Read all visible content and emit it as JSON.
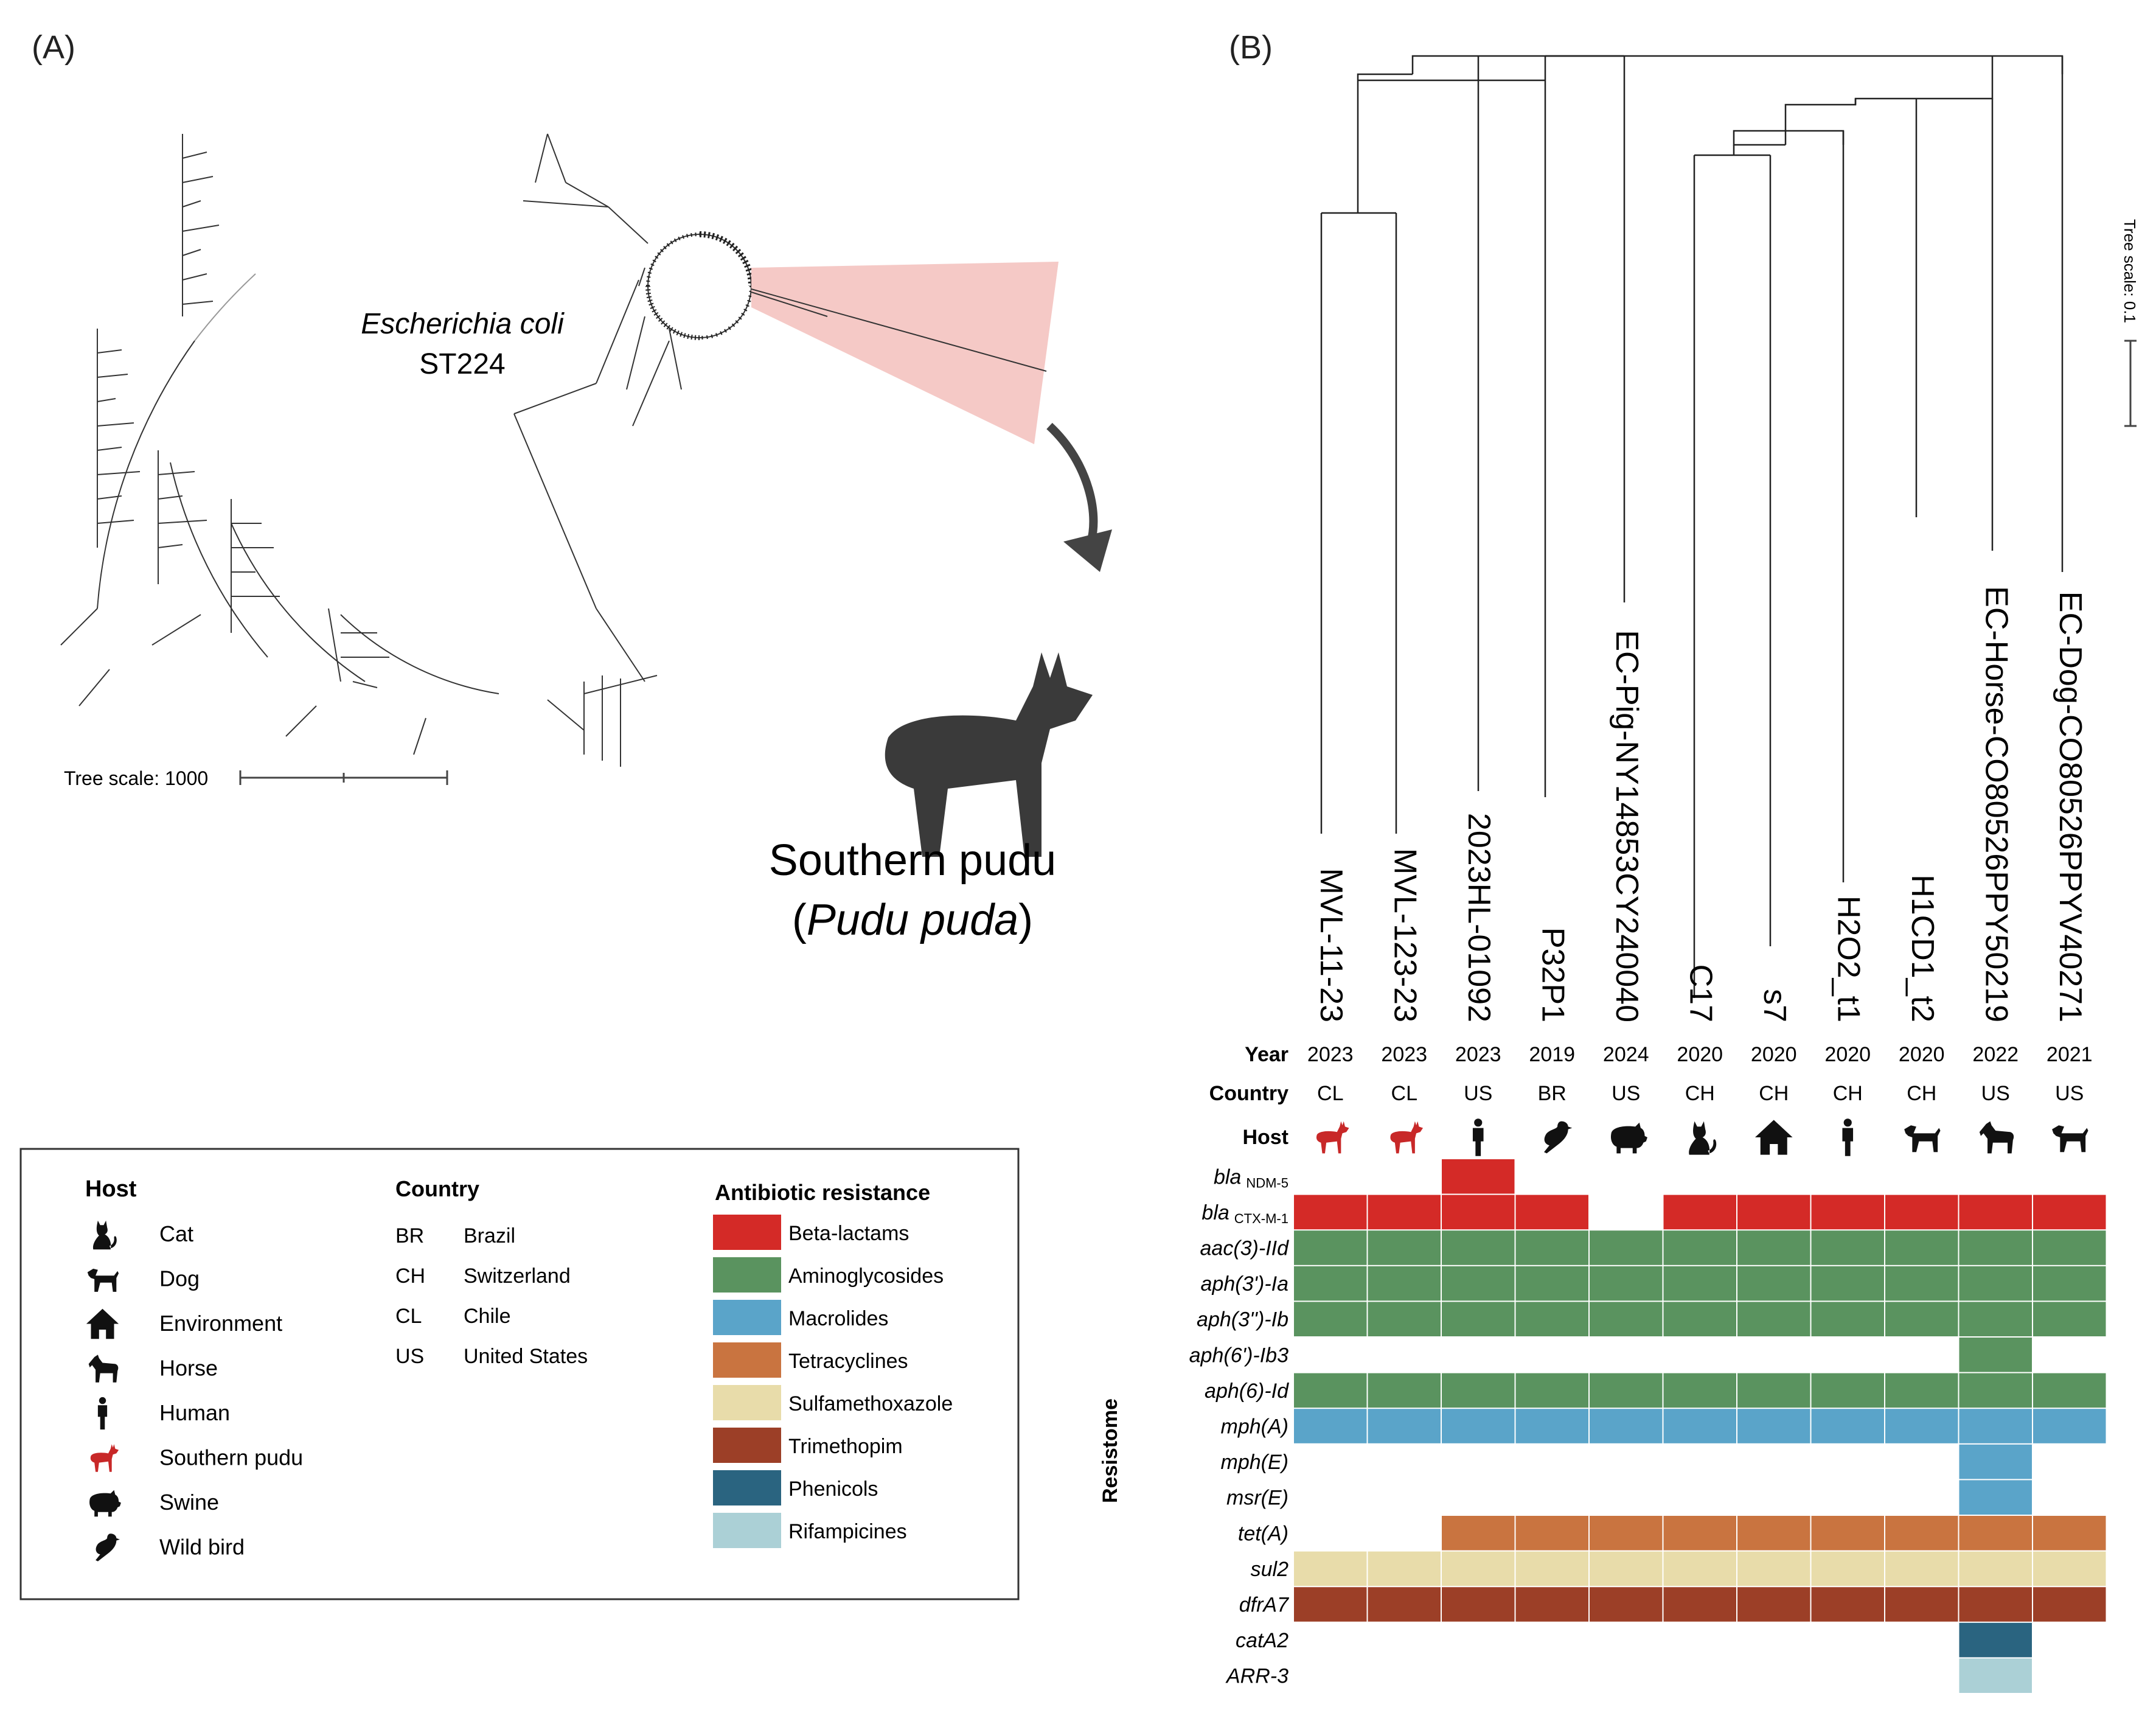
{
  "panelA": {
    "label": "(A)",
    "species": "Escherichia coli",
    "st": "ST224",
    "tree_scale": "Tree scale: 1000",
    "animal_common": "Southern pudu",
    "animal_paren_open": "(",
    "animal_scientific": "Pudu puda",
    "animal_paren_close": ")"
  },
  "panelB": {
    "label": "(B)",
    "tree_scale": "Tree scale: 0.1",
    "row_labels": {
      "year": "Year",
      "country": "Country",
      "host": "Host"
    },
    "resistome_label": "Resistome",
    "isolates": [
      {
        "name": "MVL-11-23",
        "year": "2023",
        "country": "CL",
        "host": "southern-pudu"
      },
      {
        "name": "MVL-123-23",
        "year": "2023",
        "country": "CL",
        "host": "southern-pudu"
      },
      {
        "name": "2023HL-01092",
        "year": "2023",
        "country": "US",
        "host": "human"
      },
      {
        "name": "P32P1",
        "year": "2019",
        "country": "BR",
        "host": "wild-bird"
      },
      {
        "name": "EC-Pig-NY14853CY240040",
        "year": "2024",
        "country": "US",
        "host": "swine"
      },
      {
        "name": "C17",
        "year": "2020",
        "country": "CH",
        "host": "cat"
      },
      {
        "name": "s7",
        "year": "2020",
        "country": "CH",
        "host": "environment"
      },
      {
        "name": "H2O2_t1",
        "year": "2020",
        "country": "CH",
        "host": "human"
      },
      {
        "name": "H1CD1_t2",
        "year": "2020",
        "country": "CH",
        "host": "dog"
      },
      {
        "name": "EC-Horse-CO80526PPY50219",
        "year": "2022",
        "country": "US",
        "host": "horse"
      },
      {
        "name": "EC-Dog-CO80526PPYV40271",
        "year": "2021",
        "country": "US",
        "host": "dog"
      }
    ],
    "genes": [
      {
        "name": "bla",
        "sub": "NDM-5",
        "class": "beta",
        "presence": [
          0,
          0,
          1,
          0,
          0,
          0,
          0,
          0,
          0,
          0,
          0
        ]
      },
      {
        "name": "bla",
        "sub": "CTX-M-1",
        "class": "beta",
        "presence": [
          1,
          1,
          1,
          1,
          0,
          1,
          1,
          1,
          1,
          1,
          1
        ]
      },
      {
        "name": "aac(3)-IId",
        "sub": "",
        "class": "amino",
        "presence": [
          1,
          1,
          1,
          1,
          1,
          1,
          1,
          1,
          1,
          1,
          1
        ]
      },
      {
        "name": "aph(3')-Ia",
        "sub": "",
        "class": "amino",
        "presence": [
          1,
          1,
          1,
          1,
          1,
          1,
          1,
          1,
          1,
          1,
          1
        ]
      },
      {
        "name": "aph(3'')-Ib",
        "sub": "",
        "class": "amino",
        "presence": [
          1,
          1,
          1,
          1,
          1,
          1,
          1,
          1,
          1,
          1,
          1
        ]
      },
      {
        "name": "aph(6')-Ib3",
        "sub": "",
        "class": "amino",
        "presence": [
          0,
          0,
          0,
          0,
          0,
          0,
          0,
          0,
          0,
          1,
          0
        ]
      },
      {
        "name": "aph(6)-Id",
        "sub": "",
        "class": "amino",
        "presence": [
          1,
          1,
          1,
          1,
          1,
          1,
          1,
          1,
          1,
          1,
          1
        ]
      },
      {
        "name": "mph(A)",
        "sub": "",
        "class": "macro",
        "presence": [
          1,
          1,
          1,
          1,
          1,
          1,
          1,
          1,
          1,
          1,
          1
        ]
      },
      {
        "name": "mph(E)",
        "sub": "",
        "class": "macro",
        "presence": [
          0,
          0,
          0,
          0,
          0,
          0,
          0,
          0,
          0,
          1,
          0
        ]
      },
      {
        "name": "msr(E)",
        "sub": "",
        "class": "macro",
        "presence": [
          0,
          0,
          0,
          0,
          0,
          0,
          0,
          0,
          0,
          1,
          0
        ]
      },
      {
        "name": "tet(A)",
        "sub": "",
        "class": "tetra",
        "presence": [
          0,
          0,
          1,
          1,
          1,
          1,
          1,
          1,
          1,
          1,
          1
        ]
      },
      {
        "name": "sul2",
        "sub": "",
        "class": "sulfa",
        "presence": [
          1,
          1,
          1,
          1,
          1,
          1,
          1,
          1,
          1,
          1,
          1
        ]
      },
      {
        "name": "dfrA7",
        "sub": "",
        "class": "trime",
        "presence": [
          1,
          1,
          1,
          1,
          1,
          1,
          1,
          1,
          1,
          1,
          1
        ]
      },
      {
        "name": "catA2",
        "sub": "",
        "class": "phen",
        "presence": [
          0,
          0,
          0,
          0,
          0,
          0,
          0,
          0,
          0,
          1,
          0
        ]
      },
      {
        "name": "ARR-3",
        "sub": "",
        "class": "rifa",
        "presence": [
          0,
          0,
          0,
          0,
          0,
          0,
          0,
          0,
          0,
          1,
          0
        ]
      }
    ]
  },
  "legend": {
    "host_title": "Host",
    "hosts": [
      {
        "icon": "cat",
        "label": "Cat"
      },
      {
        "icon": "dog",
        "label": "Dog"
      },
      {
        "icon": "environment",
        "label": "Environment"
      },
      {
        "icon": "horse",
        "label": "Horse"
      },
      {
        "icon": "human",
        "label": "Human"
      },
      {
        "icon": "southern-pudu",
        "label": "Southern pudu"
      },
      {
        "icon": "swine",
        "label": "Swine"
      },
      {
        "icon": "wild-bird",
        "label": "Wild bird"
      }
    ],
    "country_title": "Country",
    "countries": [
      {
        "code": "BR",
        "name": "Brazil"
      },
      {
        "code": "CH",
        "name": "Switzerland"
      },
      {
        "code": "CL",
        "name": "Chile"
      },
      {
        "code": "US",
        "name": "United States"
      }
    ],
    "resistance_title": "Antibiotic resistance",
    "classes": [
      {
        "key": "beta",
        "label": "Beta-lactams",
        "color": "#d42a27"
      },
      {
        "key": "amino",
        "label": "Aminoglycosides",
        "color": "#5a935f"
      },
      {
        "key": "macro",
        "label": "Macrolides",
        "color": "#5aa4c9"
      },
      {
        "key": "tetra",
        "label": "Tetracyclines",
        "color": "#c97440"
      },
      {
        "key": "sulfa",
        "label": "Sulfamethoxazole",
        "color": "#e8dcaa"
      },
      {
        "key": "trime",
        "label": "Trimethopim",
        "color": "#9c3f27"
      },
      {
        "key": "phen",
        "label": "Phenicols",
        "color": "#2a6480"
      },
      {
        "key": "rifa",
        "label": "Rifampicines",
        "color": "#abd0d6"
      }
    ]
  },
  "colors": {
    "highlight": "#f5c9c6",
    "pudu": "#c82828",
    "icon": "#111111",
    "tree": "#222222"
  }
}
